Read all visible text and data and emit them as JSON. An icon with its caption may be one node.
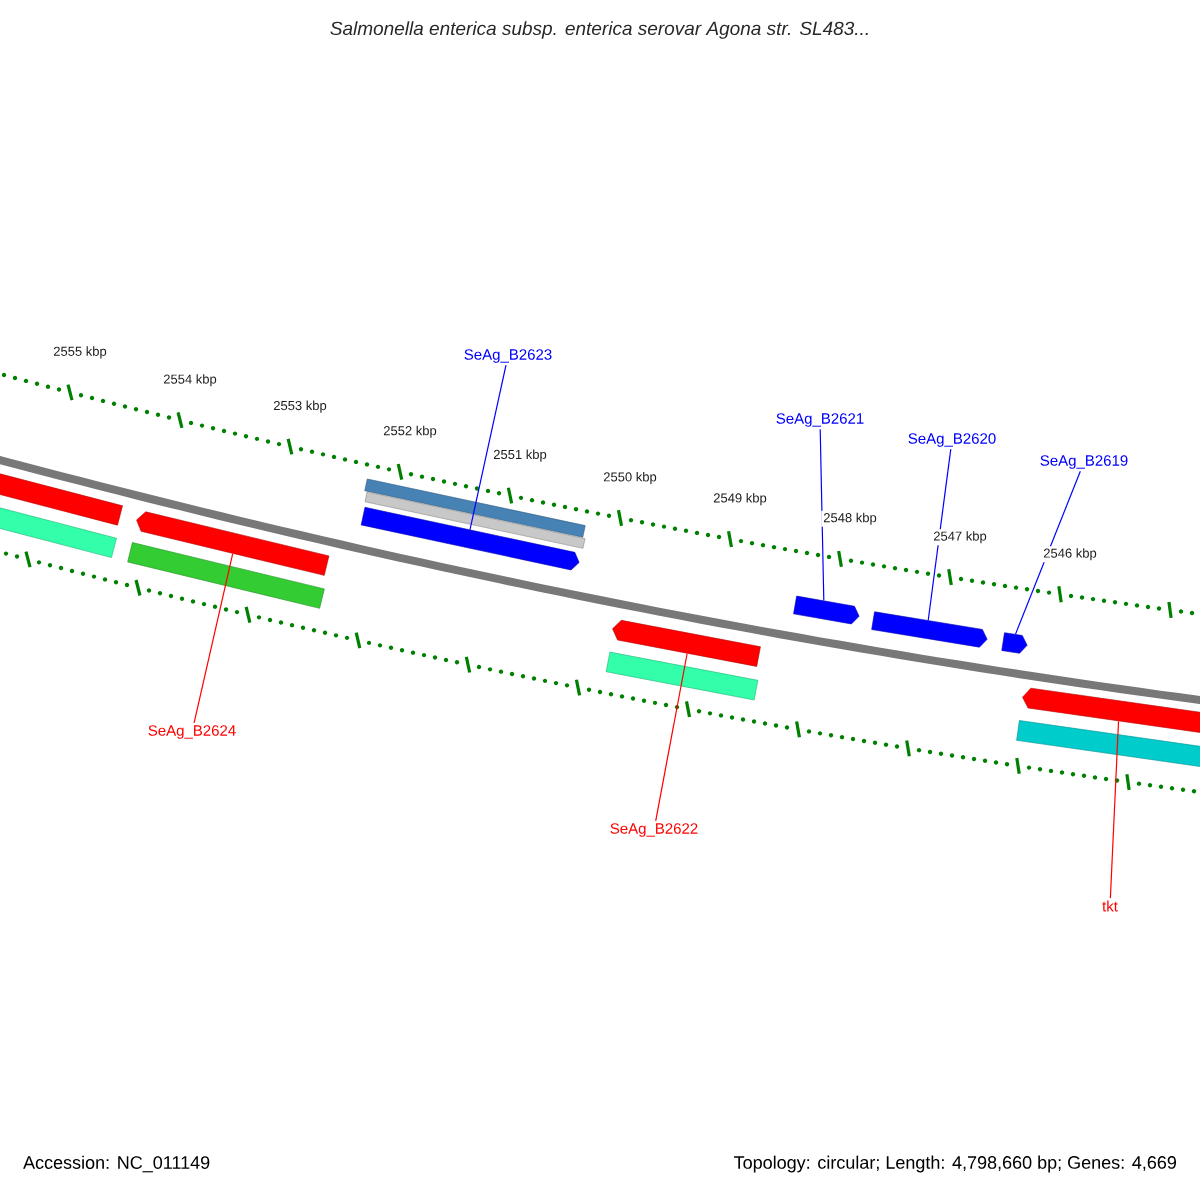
{
  "diagram": {
    "title": "Salmonella enterica subsp. enterica serovar Agona str. SL483...",
    "nodes": [
      {
        "text": [
          "SeAg_B2623"
        ]
      },
      {
        "text": [
          "SeAg_B2621"
        ]
      },
      {
        "text": [
          "SeAg_B2620"
        ]
      },
      {
        "text": [
          "SeAg_B2619"
        ]
      },
      {
        "text": [
          "SeAg_B2624"
        ]
      },
      {
        "text": [
          "SeAg_B2622"
        ]
      },
      {
        "text": [
          "tkt"
        ]
      },
      {
        "text": [],
        "shape": "bar"
      },
      {
        "text": [],
        "shape": "bar"
      },
      {
        "text": [],
        "shape": "bar"
      },
      {
        "text": [],
        "shape": "bar"
      },
      {
        "text": [],
        "shape": "bar"
      },
      {
        "text": [],
        "shape": "bar"
      },
      {
        "text": [],
        "shape": "bar"
      },
      {
        "text": [],
        "shape": "bar"
      },
      {
        "text": [],
        "shape": "bar"
      },
      {
        "text": [],
        "shape": "bar"
      },
      {
        "text": [],
        "shape": "bar"
      },
      {
        "text": [],
        "shape": "bar"
      },
      {
        "text": [],
        "shape": "bar"
      },
      {
        "text": [],
        "shape": "bar"
      }
    ],
    "edges": [
      {
        "from": 0,
        "to": 11,
        "arrow": "none"
      },
      {
        "from": 1,
        "to": 16,
        "arrow": "none"
      },
      {
        "from": 2,
        "to": 17,
        "arrow": "none"
      },
      {
        "from": 3,
        "to": 18,
        "arrow": "none"
      },
      {
        "from": 4,
        "to": 10,
        "arrow": "none",
        "color": "#ff0000"
      },
      {
        "from": 5,
        "to": 15,
        "arrow": "none",
        "color": "#ff0000"
      },
      {
        "from": 6,
        "to": 20,
        "arrow": "none",
        "color": "#ff0000"
      }
    ],
    "labels": [
      "2555 kbp",
      "2554 kbp",
      "2553 kbp",
      "2552 kbp",
      "2551 kbp",
      "2550 kbp",
      "2549 kbp",
      "2548 kbp",
      "2547 kbp",
      "2546 kbp",
      "Accession: NC_011149",
      "Topology: circular; Length: 4,798,660 bp; Genes: 4,669"
    ]
  }
}
